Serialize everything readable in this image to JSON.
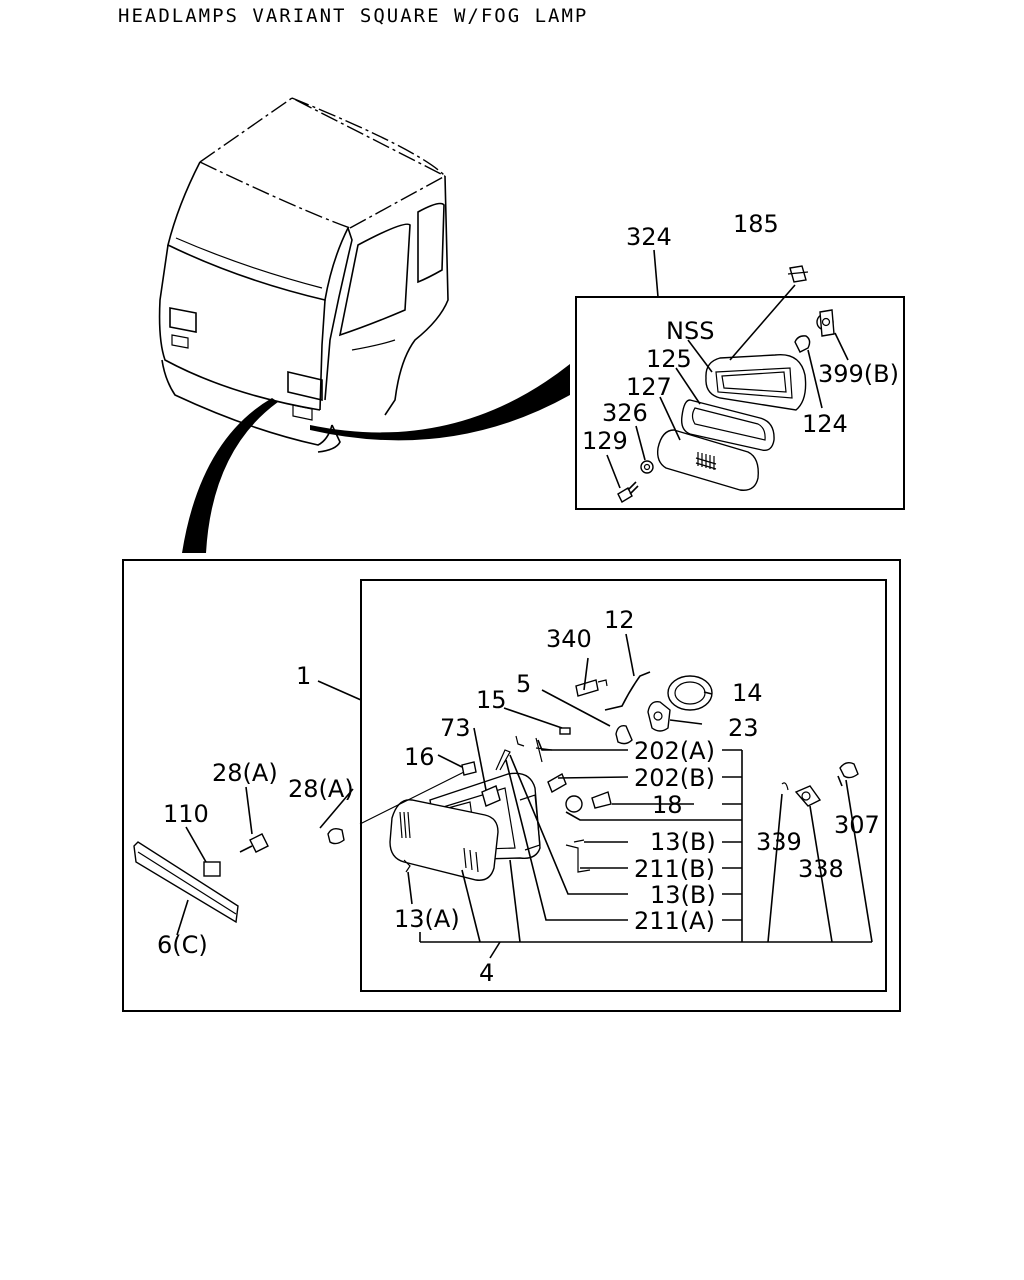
{
  "title": "HEADLAMPS VARIANT SQUARE W/FOG LAMP",
  "callouts": {
    "c324": "324",
    "c185": "185",
    "nss": "NSS",
    "c399b": "399(B)",
    "c125": "125",
    "c127": "127",
    "c326": "326",
    "c124": "124",
    "c129": "129",
    "c1": "1",
    "c12": "12",
    "c340": "340",
    "c5": "5",
    "c14": "14",
    "c15": "15",
    "c23": "23",
    "c73": "73",
    "c202a": "202(A)",
    "c16": "16",
    "c202b": "202(B)",
    "c28a_1": "28(A)",
    "c28a_2": "28(A)",
    "c18": "18",
    "c110": "110",
    "c307": "307",
    "c339": "339",
    "c13b_1": "13(B)",
    "c211b": "211(B)",
    "c338": "338",
    "c13b_2": "13(B)",
    "c13a": "13(A)",
    "c211a": "211(A)",
    "c6c": "6(C)",
    "c4": "4"
  }
}
